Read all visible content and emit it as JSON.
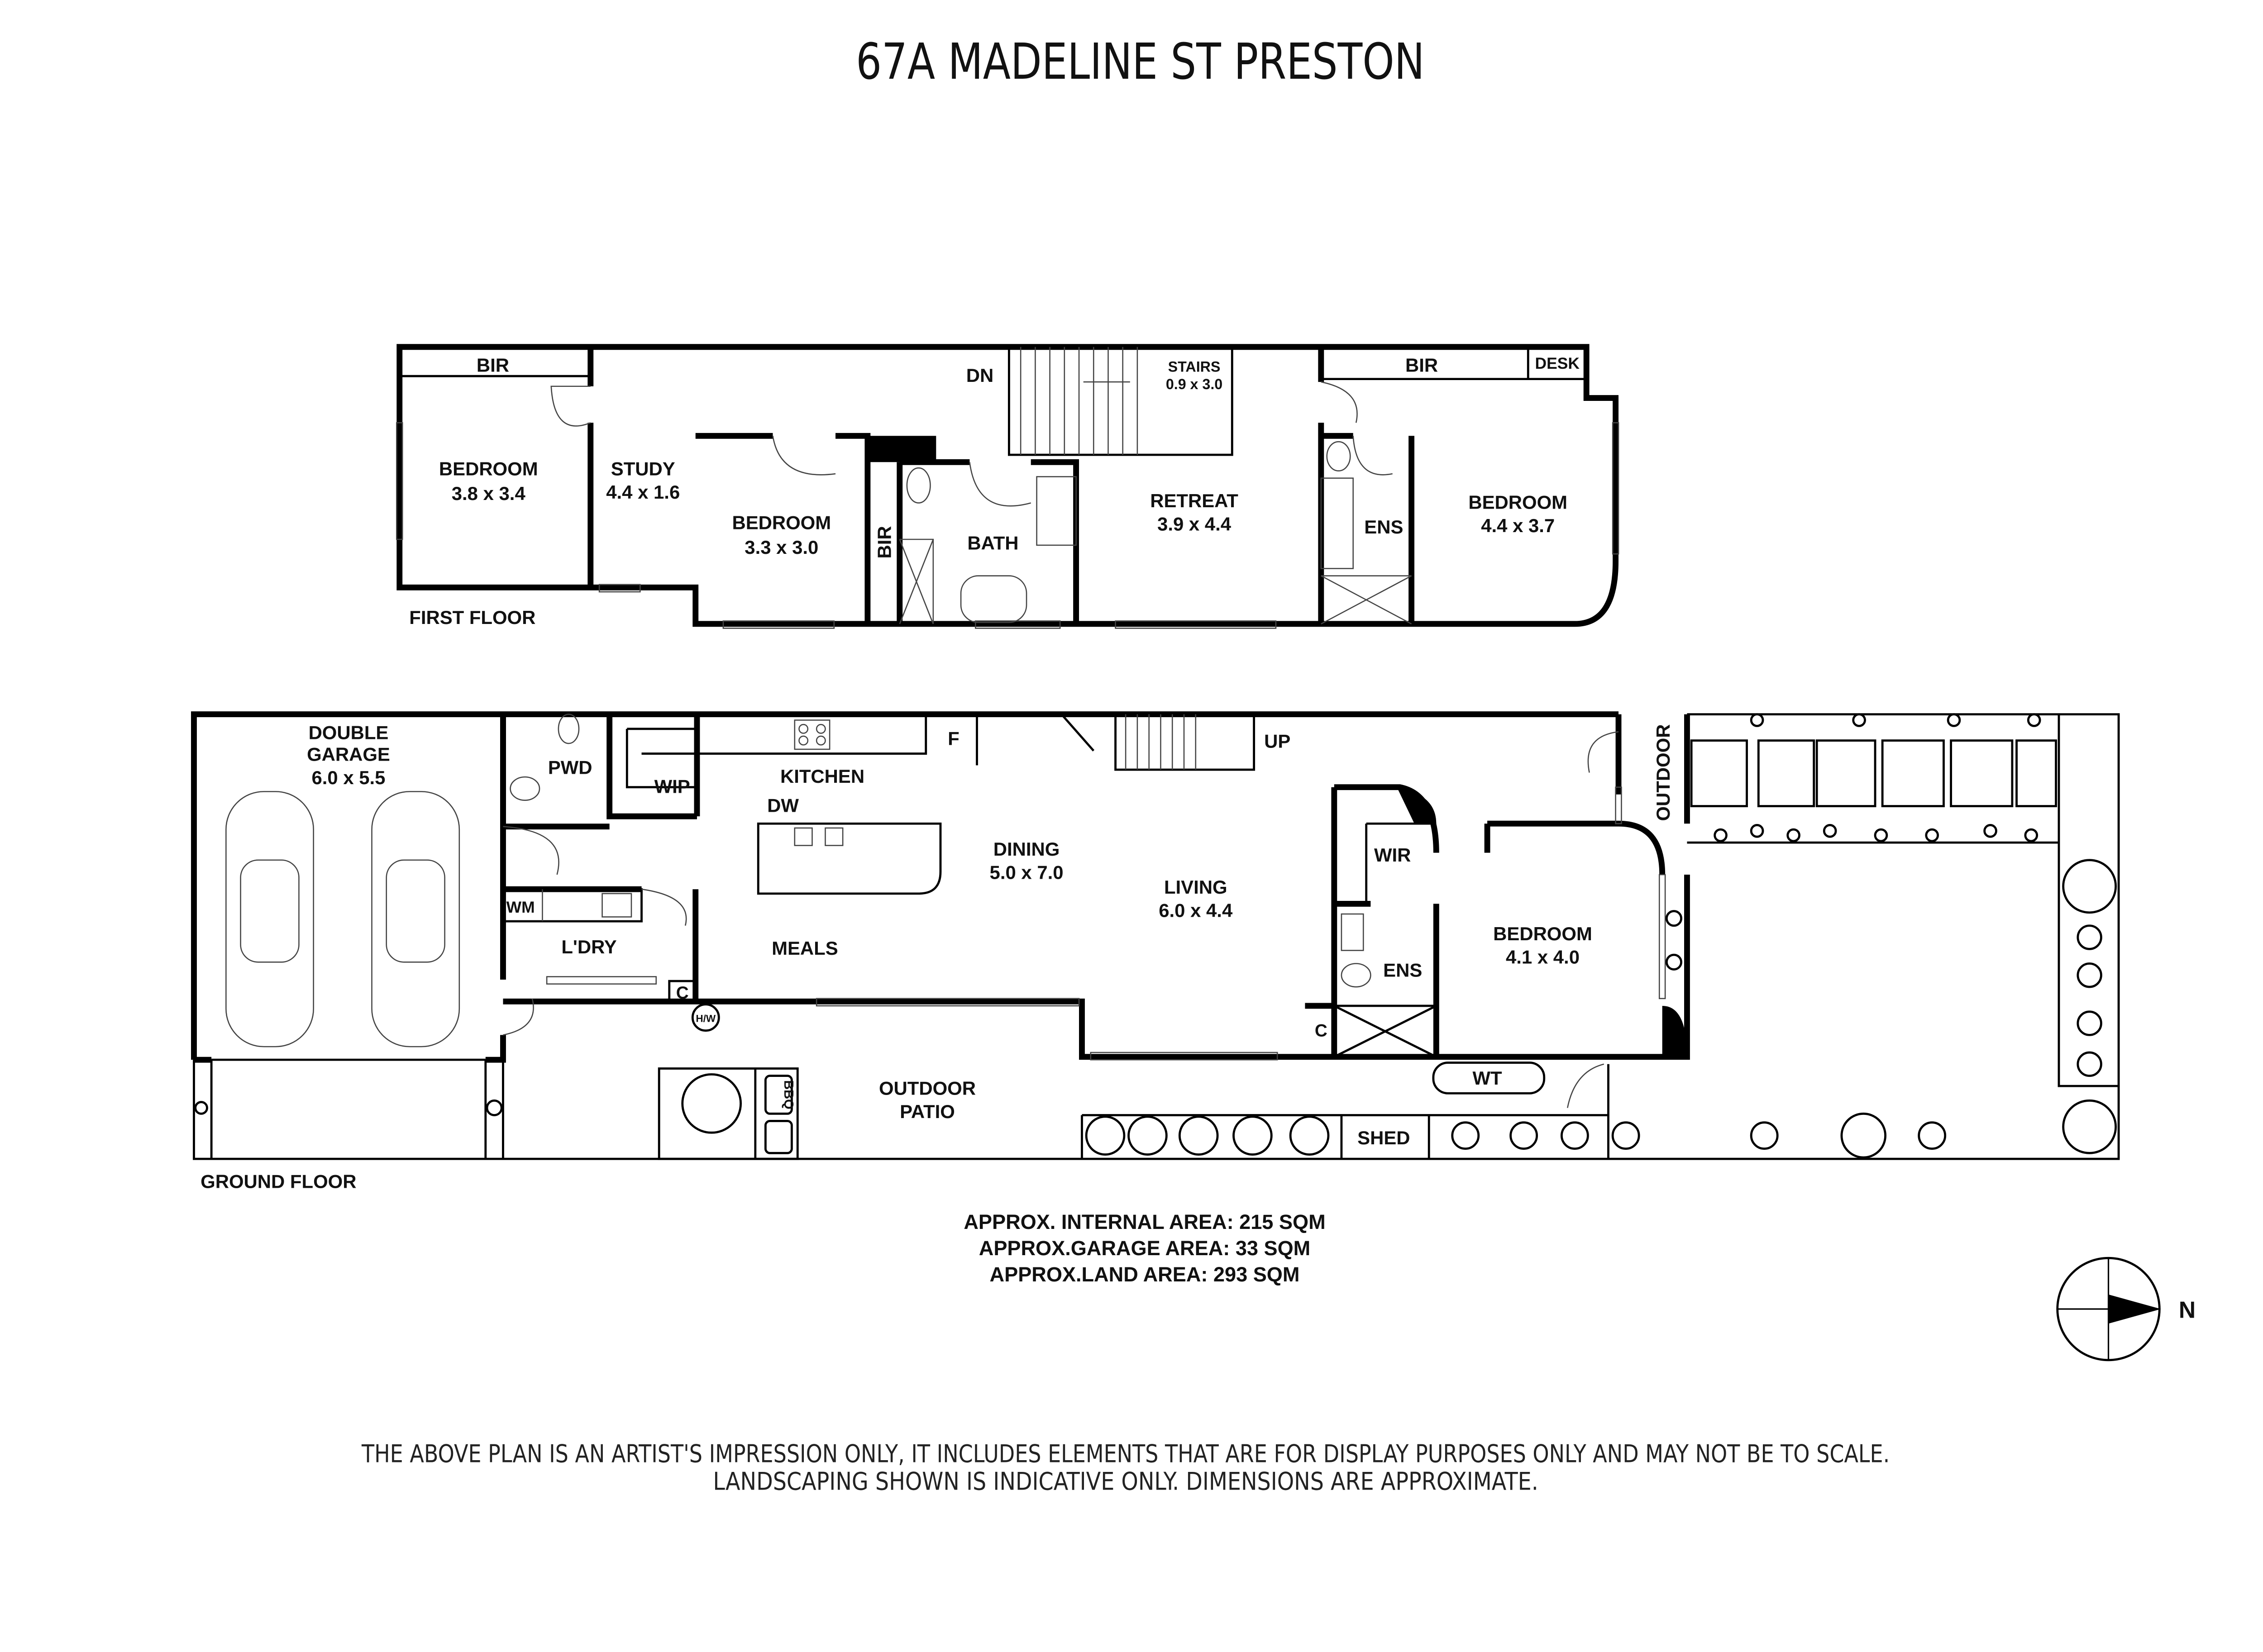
{
  "title": "67A MADELINE ST PRESTON",
  "first_floor": {
    "label": "FIRST FLOOR",
    "rooms": [
      {
        "name": "BIR"
      },
      {
        "name": "BEDROOM",
        "dims": "3.8 x 3.4"
      },
      {
        "name": "STUDY",
        "dims": "4.4 x 1.6"
      },
      {
        "name": "BEDROOM",
        "dims": "3.3 x 3.0"
      },
      {
        "name": "BIR"
      },
      {
        "name": "BATH"
      },
      {
        "name": "DN"
      },
      {
        "name": "STAIRS",
        "dims": "0.9 x 3.0"
      },
      {
        "name": "RETREAT",
        "dims": "3.9 x 4.4"
      },
      {
        "name": "BIR"
      },
      {
        "name": "DESK"
      },
      {
        "name": "ENS"
      },
      {
        "name": "BEDROOM",
        "dims": "4.4 x 3.7"
      }
    ]
  },
  "ground_floor": {
    "label": "GROUND FLOOR",
    "rooms": [
      {
        "name": "DOUBLE",
        "name2": "GARAGE",
        "dims": "6.0 x 5.5"
      },
      {
        "name": "PWD"
      },
      {
        "name": "WIP"
      },
      {
        "name": "KITCHEN"
      },
      {
        "name": "F"
      },
      {
        "name": "DW"
      },
      {
        "name": "UP"
      },
      {
        "name": "OUTDOOR"
      },
      {
        "name": "WM"
      },
      {
        "name": "L'DRY"
      },
      {
        "name": "MEALS"
      },
      {
        "name": "C"
      },
      {
        "name": "H/W"
      },
      {
        "name": "DINING",
        "dims": "5.0 x 7.0"
      },
      {
        "name": "LIVING",
        "dims": "6.0 x 4.4"
      },
      {
        "name": "WIR"
      },
      {
        "name": "ENS"
      },
      {
        "name": "C"
      },
      {
        "name": "BEDROOM",
        "dims": "4.1 x 4.0"
      },
      {
        "name": "OUTDOOR",
        "name2": "PATIO"
      },
      {
        "name": "BBQ"
      },
      {
        "name": "WT"
      },
      {
        "name": "SHED"
      }
    ]
  },
  "areas": [
    "APPROX. INTERNAL AREA: 215 SQM",
    "APPROX.GARAGE AREA: 33 SQM",
    "APPROX.LAND AREA: 293 SQM"
  ],
  "compass": {
    "label": "N"
  },
  "disclaimer": [
    "THE ABOVE PLAN IS AN ARTIST'S IMPRESSION ONLY, IT INCLUDES ELEMENTS THAT ARE FOR DISPLAY PURPOSES ONLY AND MAY NOT BE TO SCALE.",
    "LANDSCAPING SHOWN IS INDICATIVE ONLY. DIMENSIONS ARE APPROXIMATE."
  ]
}
